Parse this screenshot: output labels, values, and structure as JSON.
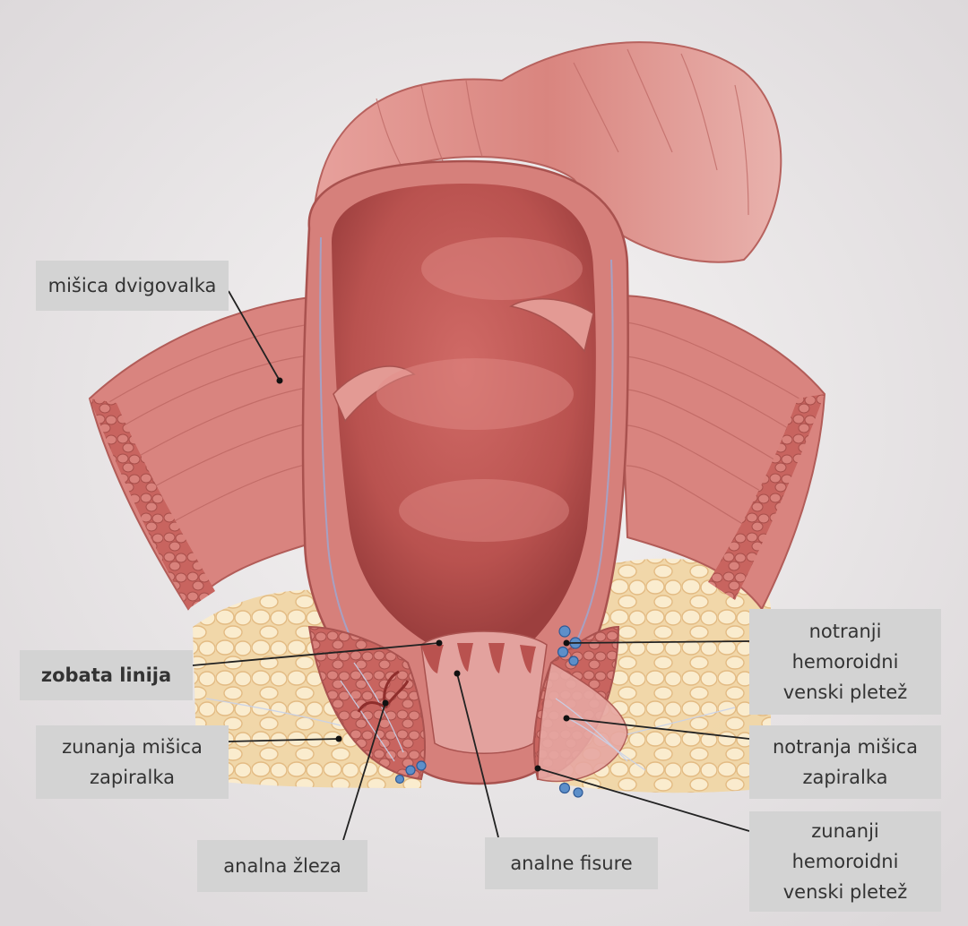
{
  "labels": {
    "misica_dvigovalka": "mišica dvigovalka",
    "zobata_linija": "zobata linija",
    "zunanja_misica_zapiralka": "zunanja mišica\nzapiralka",
    "analna_zleza": "analna žleza",
    "analne_fisure": "analne fisure",
    "notranji_hemoroidni_venski_pletez": "notranji\nhemoroidni\nvenski pletež",
    "notranja_misica_zapiralka": "notranja mišica\nzapiralka",
    "zunanji_hemoroidni_venski_pletez": "zunanji\nhemoroidni\nvenski pletež"
  },
  "colors": {
    "background": "#ece9ea",
    "muscle": "#d8847f",
    "muscle_dark": "#b85a57",
    "lumen": "#c75e5c",
    "fat": "#f3dcae",
    "vein": "#5d8fc9",
    "label_bg": "#d3d3d3",
    "label_text": "#333333",
    "leader_line": "#222222"
  }
}
